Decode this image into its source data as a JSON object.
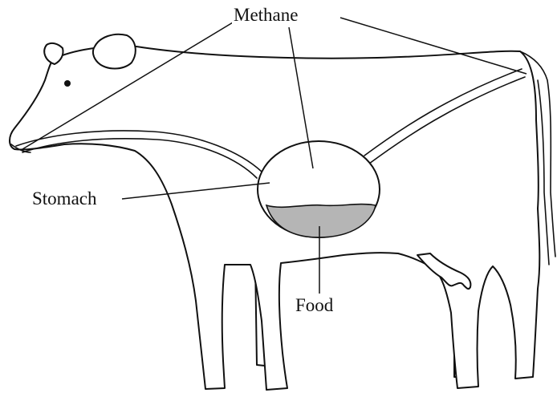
{
  "labels": {
    "methane": "Methane",
    "stomach": "Stomach",
    "food": "Food"
  },
  "colors": {
    "outline": "#111111",
    "food_fill": "#b5b5b5",
    "background": "#ffffff"
  }
}
